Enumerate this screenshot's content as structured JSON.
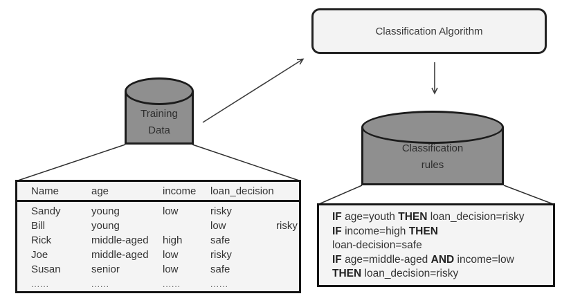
{
  "colors": {
    "cylinder_fill": "#8f8f8f",
    "panel_fill": "#f4f4f4",
    "box_fill": "#f3f3f3",
    "stroke": "#1c1c1c",
    "line": "#3c3c3c"
  },
  "algorithm_box": {
    "label": "Classification Algorithm"
  },
  "training_cylinder": {
    "lines": [
      "Training",
      "Data"
    ]
  },
  "rules_cylinder": {
    "lines": [
      "Classification",
      "rules"
    ]
  },
  "training_table": {
    "headers": [
      "Name",
      "age",
      "income",
      "loan_decision"
    ],
    "rows": [
      [
        "Sandy",
        "young",
        "low",
        "risky",
        ""
      ],
      [
        "Bill",
        "young",
        "",
        "low",
        "risky"
      ],
      [
        "Rick",
        "middle-aged",
        "high",
        "safe",
        ""
      ],
      [
        "Joe",
        "middle-aged",
        "low",
        "risky",
        ""
      ],
      [
        "Susan",
        "senior",
        "low",
        "safe",
        ""
      ],
      [
        "......",
        "......",
        "......",
        "......",
        ""
      ]
    ]
  },
  "rules_panel": {
    "lines": [
      [
        {
          "t": "IF",
          "b": 1
        },
        {
          "t": " age=youth ",
          "b": 0
        },
        {
          "t": "THEN",
          "b": 1
        },
        {
          "t": " loan_decision=risky",
          "b": 0
        }
      ],
      [
        {
          "t": "IF",
          "b": 1
        },
        {
          "t": " income=high ",
          "b": 0
        },
        {
          "t": "THEN",
          "b": 1
        }
      ],
      [
        {
          "t": "loan-decision=safe",
          "b": 0
        }
      ],
      [
        {
          "t": "IF",
          "b": 1
        },
        {
          "t": " age=middle-aged ",
          "b": 0
        },
        {
          "t": "AND",
          "b": 1
        },
        {
          "t": " income=low",
          "b": 0
        }
      ],
      [
        {
          "t": "THEN",
          "b": 1
        },
        {
          "t": " loan_decision=risky",
          "b": 0
        }
      ]
    ]
  }
}
